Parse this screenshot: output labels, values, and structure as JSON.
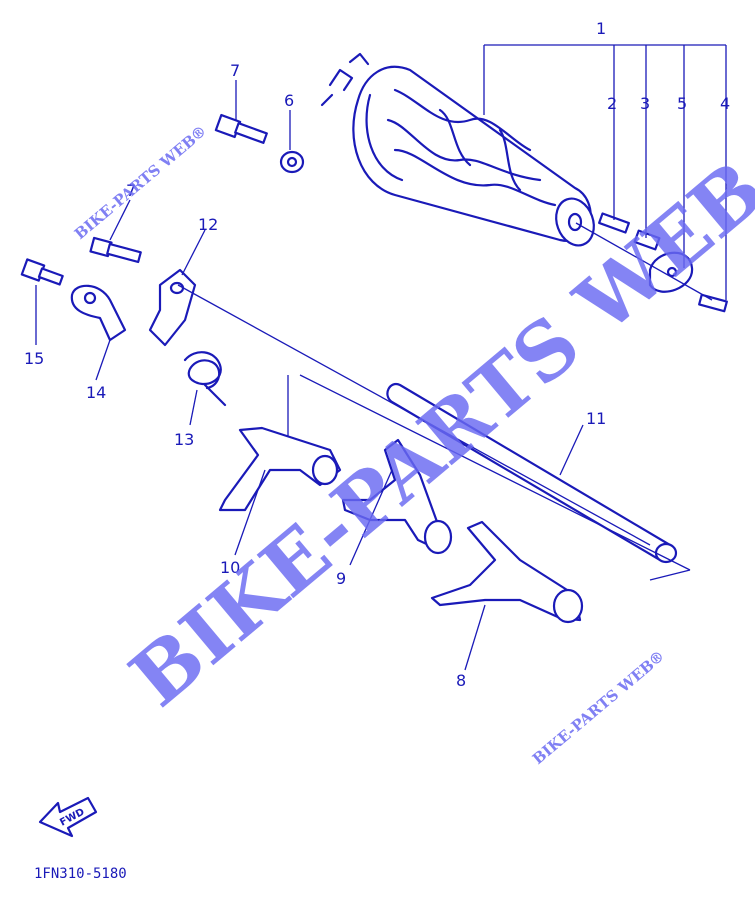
{
  "callouts": {
    "p1": "1",
    "p2": "2",
    "p3": "3",
    "p4": "4",
    "p5": "5",
    "p6": "6",
    "p7": "7",
    "p7b": "7",
    "p8": "8",
    "p9": "9",
    "p10": "10",
    "p11": "11",
    "p12": "12",
    "p13": "13",
    "p14": "14",
    "p15": "15"
  },
  "watermark": {
    "main": "BIKE-PARTS WEB",
    "small": "BIKE-PARTS WEB",
    "registered": "®"
  },
  "forward_label": "FWD",
  "diagram_code": "1FN310-5180",
  "colors": {
    "ink": "#1a1ab8",
    "watermark": "#6a6af2"
  }
}
